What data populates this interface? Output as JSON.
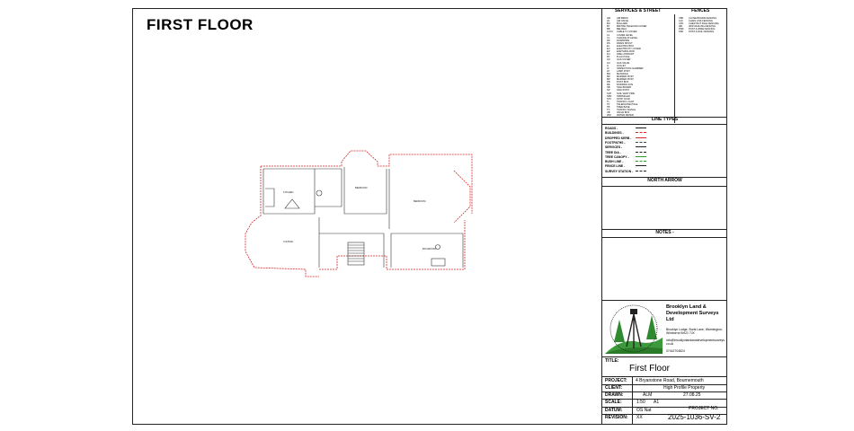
{
  "drawing": {
    "title": "FIRST FLOOR",
    "rooms": [
      {
        "id": "kitchen",
        "label": "KITCHEN"
      },
      {
        "id": "bedroom1",
        "label": "BEDROOM"
      },
      {
        "id": "bedroom2",
        "label": "BEDROOM"
      },
      {
        "id": "lounge",
        "label": "LOUNGE"
      },
      {
        "id": "bathroom",
        "label": "BATHROOM"
      }
    ]
  },
  "titleblock": {
    "services_header": "SERVICES & STREET",
    "fences_header": "FENCES",
    "services_legend": [
      [
        "AW",
        "AIR BRICK"
      ],
      [
        "AV",
        "AIR VALVE"
      ],
      [
        "BO",
        "BOLLARD"
      ],
      [
        "BT",
        "BRITISH TELECOM COVER"
      ],
      [
        "BB",
        "BELISHA"
      ],
      [
        "CATV",
        "CABLE TV COVER"
      ],
      [
        "CL",
        "COVER LEVEL"
      ],
      [
        "CL",
        "CHANGE IN LEVEL"
      ],
      [
        "DP",
        "DOWNPIPE"
      ],
      [
        "DS",
        "DRAIN SPOUT"
      ],
      [
        "EL",
        "ELECTRIC BOX"
      ],
      [
        "EC",
        "ELECTRICITY COVER"
      ],
      [
        "EP",
        "EARTHING ROD"
      ],
      [
        "FH",
        "FIRE HYDRANT"
      ],
      [
        "FP",
        "FLAG POLE"
      ],
      [
        "GC",
        "GAS COVER"
      ],
      [
        "GV",
        "GAS VALVE"
      ],
      [
        "G",
        "GULLEY"
      ],
      [
        "IC",
        "INSPECTION CHAMBER"
      ],
      [
        "LP",
        "LAMP POST"
      ],
      [
        "MH",
        "MANHOLE"
      ],
      [
        "MK",
        "MARKER POST"
      ],
      [
        "MP",
        "MARKER POST"
      ],
      [
        "PB",
        "POST BOX"
      ],
      [
        "RE",
        "RODDING EYE"
      ],
      [
        "SB",
        "SIGN BOARD"
      ],
      [
        "SP",
        "SIGN POST"
      ],
      [
        "SVP",
        "SOIL VENT PIPE"
      ],
      [
        "SPR",
        "SPRINKLER"
      ],
      [
        "STC",
        "STOP COCK"
      ],
      [
        "TL",
        "TRAFFIC LIGHT"
      ],
      [
        "TP",
        "TELEPHONE POLE"
      ],
      [
        "TB",
        "TREE BASE"
      ],
      [
        "TS",
        "TRAFFIC SIGNAL"
      ],
      [
        "VB",
        "VALVE BOX"
      ],
      [
        "WM",
        "WATER METER"
      ]
    ],
    "fences_legend": [
      [
        "CBF",
        "CLOSE BOARD FENCING"
      ],
      [
        "CLF",
        "CHAIN LINK FENCING"
      ],
      [
        "CPF",
        "CHESTNUT PALE FENCING"
      ],
      [
        "IRF",
        "IRON RAILING FENCING"
      ],
      [
        "PWF",
        "POST & WIRE FENCING"
      ],
      [
        "PRF",
        "POST & RAIL FENCING"
      ]
    ],
    "line_types_header": "LINE TYPES",
    "line_types": [
      {
        "label": "ROADS -",
        "color": "#222222"
      },
      {
        "label": "BUILDINGS -",
        "color": "#d62828"
      },
      {
        "label": "DROPPED KERB -",
        "color": "#d62828"
      },
      {
        "label": "FOOTPATHS -",
        "color": "#444444"
      },
      {
        "label": "SERVICES -",
        "color": "#222222"
      },
      {
        "label": "TREE DIA -",
        "color": "#222222"
      },
      {
        "label": "TREE CANOPY -",
        "color": "#2a9d2a"
      },
      {
        "label": "BUSH LINE -",
        "color": "#2a9d2a"
      },
      {
        "label": "FENCE LINE -",
        "color": "#222222"
      },
      {
        "label": "SURVEY STATION -",
        "color": "#222222"
      }
    ],
    "north_arrow_header": "NORTH ARROW",
    "notes_header": "NOTES -",
    "company_name": "Brooklyn Land & Development Surveys Ltd",
    "company_address": "Brooklyn Lodge, Burts Lane, Warmington, Wimborne BH21 7JX",
    "company_email": "info@brooklynlandanddevelopmentsurveys.co.uk",
    "company_phone": "07442704824",
    "title_label": "TITLE:",
    "title_value": "First Floor",
    "project_label": "PROJECT:",
    "project_value": "4 Bryanstone Road, Bournemouth",
    "client_label": "CLIENT:",
    "client_value": "High Profile Property",
    "drawn_label": "DRAWN:",
    "drawn_value": "ALM",
    "date_value": "27.08.25",
    "scale_label": "SCALE:",
    "scale_value": "1:50",
    "sheet_size": "A1",
    "datum_label": "DATUM:",
    "datum_value": "OS Nat",
    "project_no_label": "PROJECT NO.",
    "revision_label": "REVISION:",
    "revision_value": "XX",
    "project_no_value": "2025-1036-SV-2"
  }
}
